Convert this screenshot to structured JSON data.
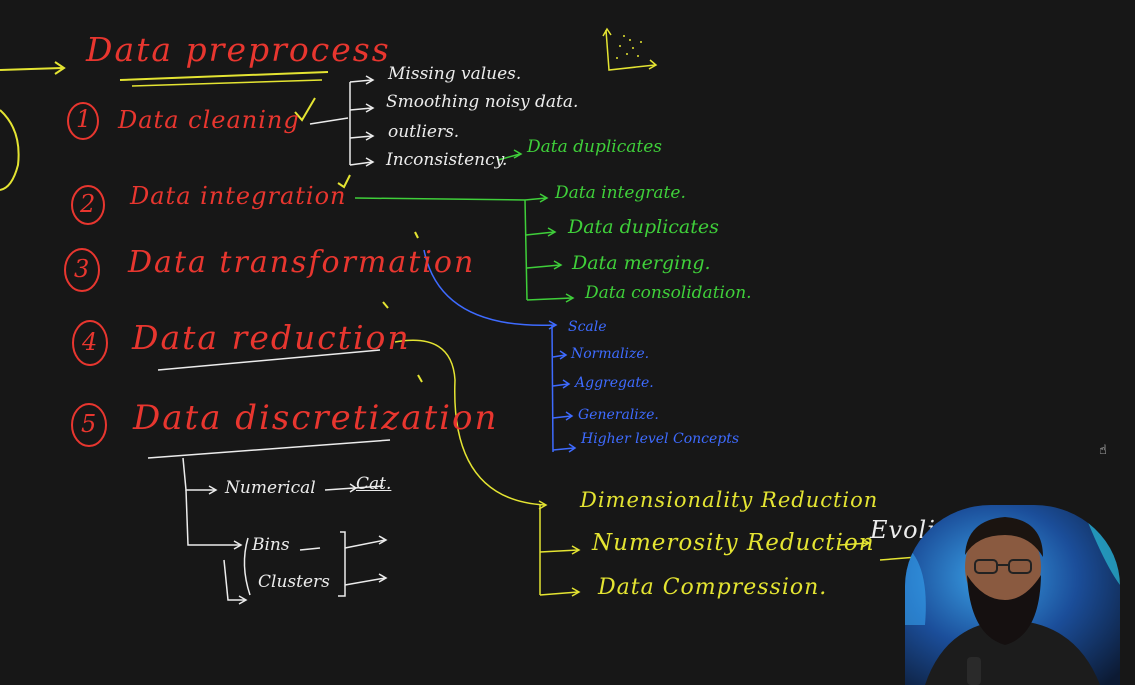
{
  "title": "Data preprocess",
  "steps": [
    {
      "number": "1",
      "label": "Data cleaning"
    },
    {
      "number": "2",
      "label": "Data integration"
    },
    {
      "number": "3",
      "label": "Data transformation"
    },
    {
      "number": "4",
      "label": "Data reduction"
    },
    {
      "number": "5",
      "label": "Data discretization"
    }
  ],
  "cleaning_items": [
    "Missing values.",
    "Smoothing noisy data.",
    "outliers.",
    "Inconsistency."
  ],
  "cleaning_extra": "Data duplicates",
  "integration_items": [
    "Data integrate.",
    "Data duplicates",
    "Data merging.",
    "Data consolidation."
  ],
  "transformation_items": [
    "Scale",
    "Normalize.",
    "Aggregate.",
    "Generalize.",
    "Higher level Concepts"
  ],
  "reduction_items": [
    "Dimensionality Reduction",
    "Numerosity Reduction",
    "Data Compression."
  ],
  "reduction_extra": "Evolis",
  "discretization_items": {
    "numerical": "Numerical",
    "cat": "Cat.",
    "bins": "Bins",
    "clusters": "Clusters"
  },
  "colors": {
    "red": "#e8362f",
    "yellow": "#e4e432",
    "green": "#3fcf3a",
    "blue": "#3e6bff",
    "white": "#ececec",
    "background": "#171717"
  },
  "icons": {
    "scatter_sketch": "scatter-plot-sketch-icon",
    "cursor": "mouse-cursor-icon"
  }
}
